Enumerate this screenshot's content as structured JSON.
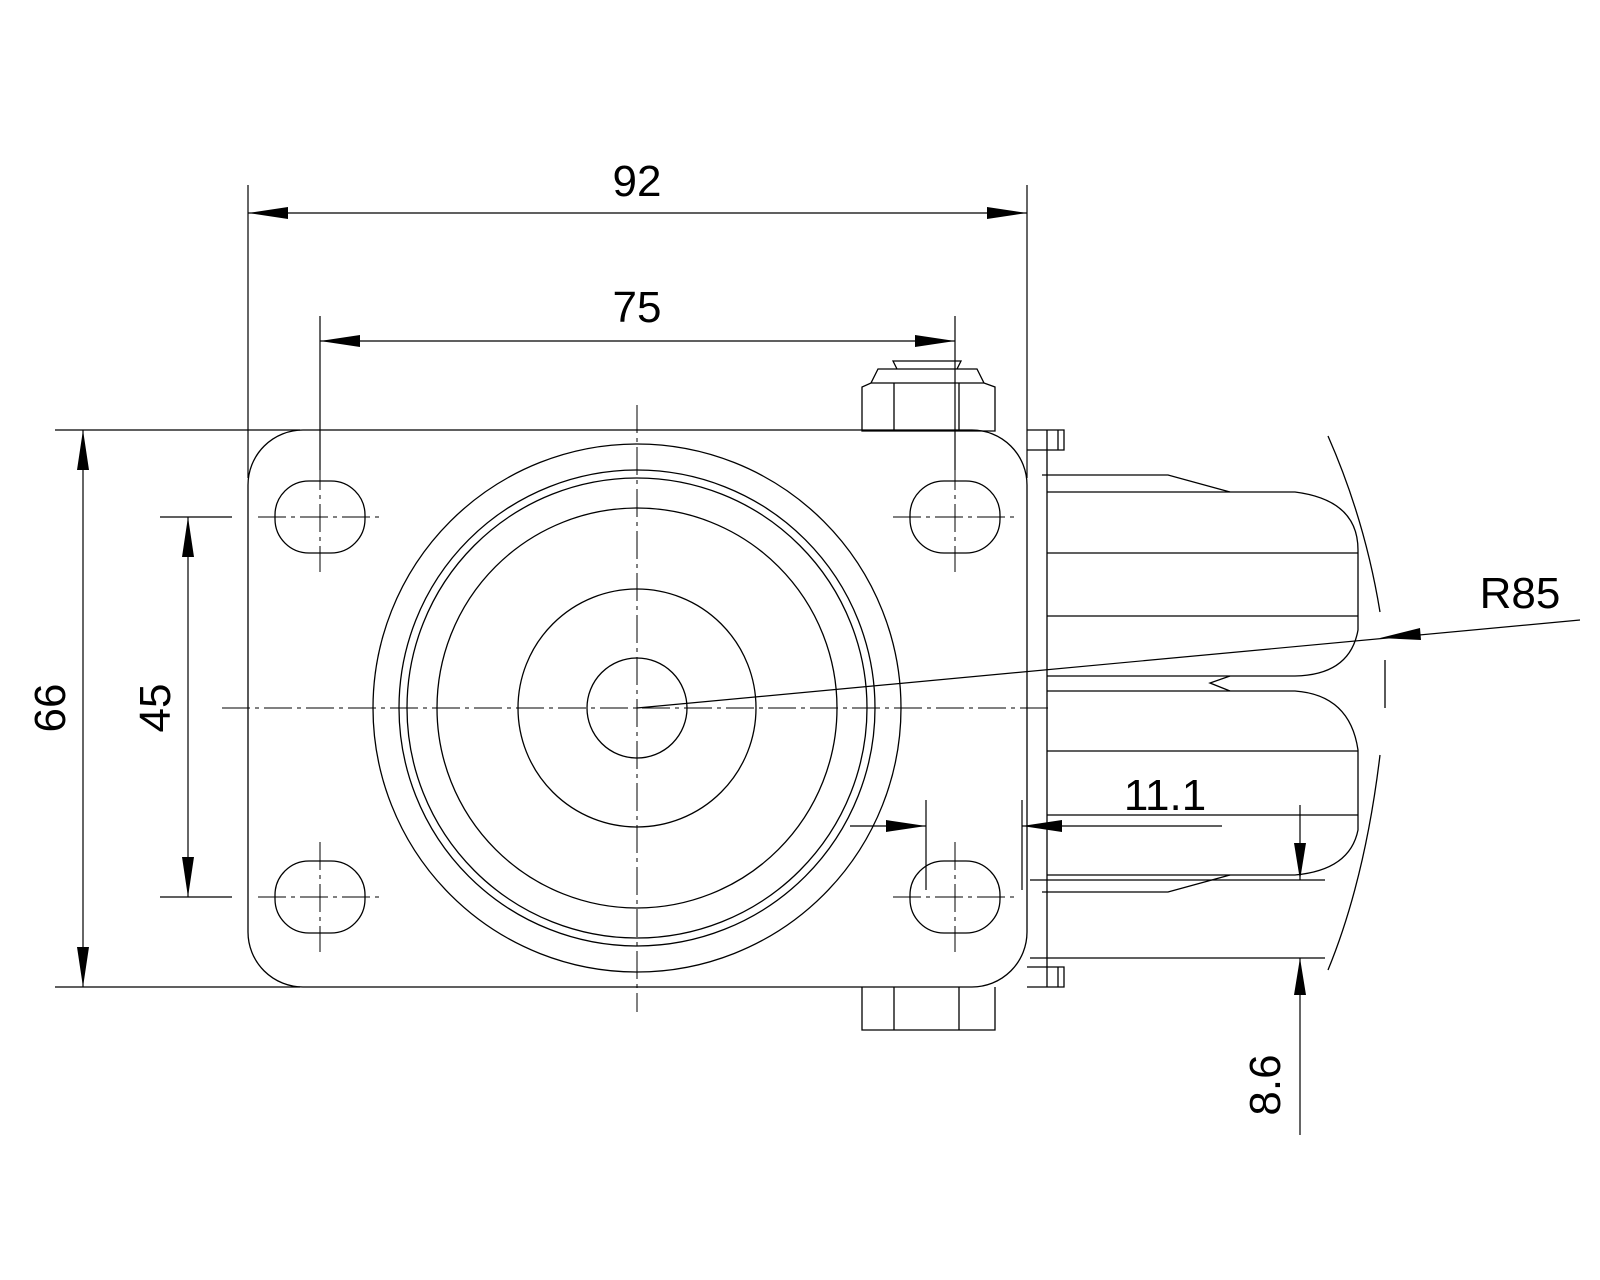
{
  "drawing": {
    "title": "Caster top plate drawing",
    "dimensions": {
      "overall_width": "92",
      "hole_spacing_x": "75",
      "overall_height": "66",
      "hole_spacing_y": "45",
      "swivel_radius": "R85",
      "offset": "11.1",
      "wheel_offset": "8.6"
    },
    "line_color": "#000000",
    "background": "#ffffff"
  }
}
